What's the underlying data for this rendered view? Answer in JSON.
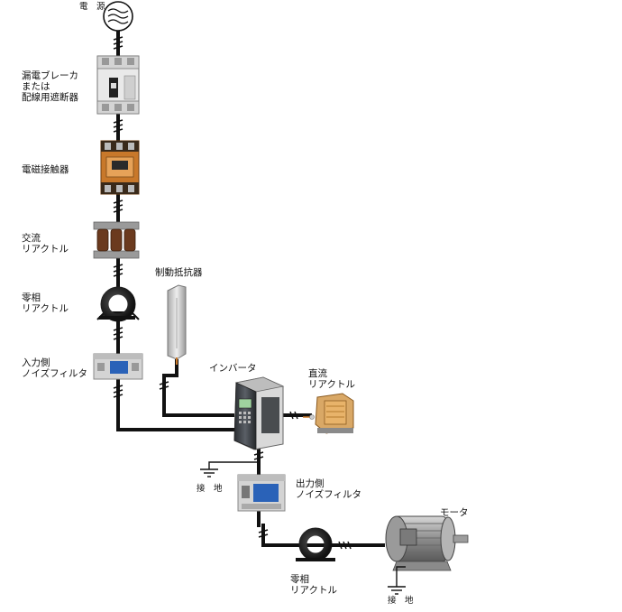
{
  "labels": {
    "power": "電　源",
    "breaker": "漏電ブレーカ\nまたは\n配線用遮断器",
    "contactor": "電磁接触器",
    "ac_reactor": "交流\nリアクトル",
    "zero_phase_reactor_in": "零相\nリアクトル",
    "input_filter": "入力側\nノイズフィルタ",
    "braking_resistor": "制動抵抗器",
    "inverter": "インバータ",
    "dc_reactor": "直流\nリアクトル",
    "ground_inverter": "接　地",
    "output_filter": "出力側\nノイズフィルタ",
    "motor": "モータ",
    "zero_phase_reactor_out": "零相\nリアクトル",
    "ground_motor": "接　地"
  },
  "colors": {
    "wire": "#111111",
    "orange": "#c8782a",
    "blue_label": "#2a62b8",
    "body_gray": "#c9c9c9",
    "dark_body": "#3b3f44"
  },
  "icons": [
    "ac-source-icon",
    "ground-icon"
  ]
}
